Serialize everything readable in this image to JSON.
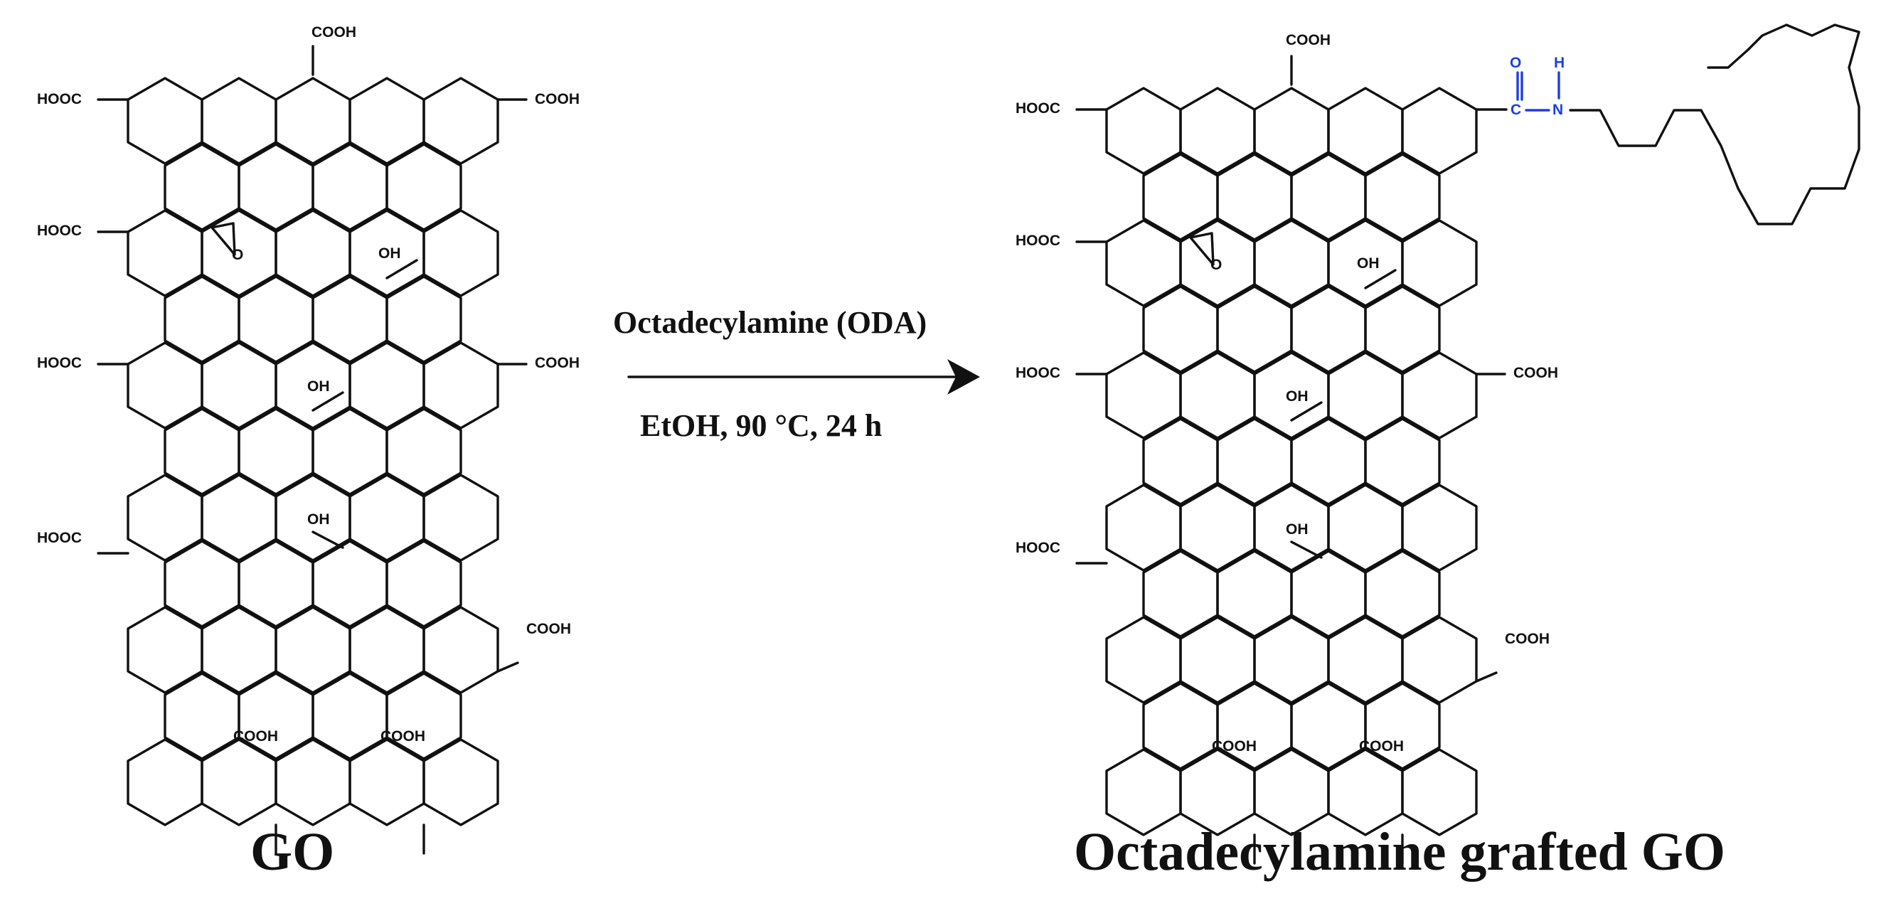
{
  "reactant": {
    "name": "GO",
    "groups": {
      "cooh_top": "COOH",
      "hooc_l1": "HOOC",
      "cooh_r1": "COOH",
      "hooc_l2": "HOOC",
      "hooc_l3": "HOOC",
      "cooh_r3": "COOH",
      "hooc_l4": "HOOC",
      "cooh_r5": "COOH",
      "cooh_b1": "COOH",
      "cooh_b2": "COOH",
      "epoxide_o": "O",
      "oh_1": "OH",
      "oh_2": "OH",
      "oh_3": "OH"
    }
  },
  "reaction": {
    "reagent": "Octadecylamine (ODA)",
    "conditions": "EtOH, 90 °C, 24 h"
  },
  "product": {
    "name": "Octadecylamine grafted GO",
    "groups": {
      "cooh_top": "COOH",
      "hooc_l1": "HOOC",
      "hooc_l2": "HOOC",
      "hooc_l3": "HOOC",
      "cooh_r3": "COOH",
      "hooc_l4": "HOOC",
      "cooh_r5": "COOH",
      "cooh_b1": "COOH",
      "cooh_b2": "COOH",
      "epoxide_o": "O",
      "oh_1": "OH",
      "oh_2": "OH",
      "oh_3": "OH"
    },
    "amide": {
      "o": "O",
      "h": "H",
      "c": "C",
      "n": "N"
    }
  },
  "colors": {
    "bond": "#111111",
    "amide": "#1f3fe0"
  }
}
